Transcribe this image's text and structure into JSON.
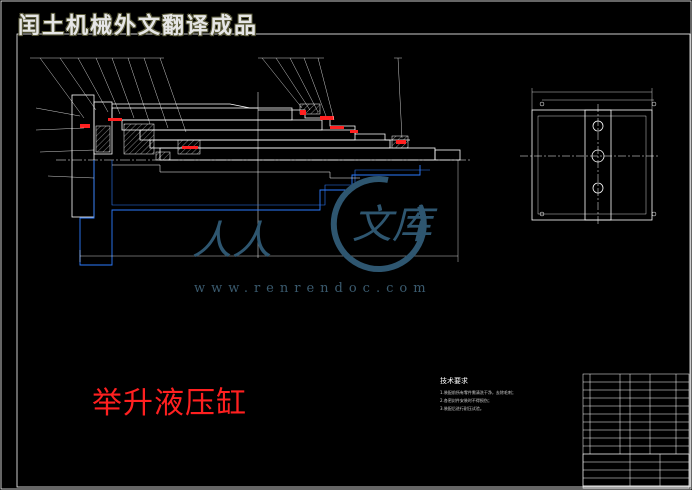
{
  "overlay_title": "闰土机械外文翻译成品",
  "drawing_title": "举升液压缸",
  "notes": {
    "title": "技术要求",
    "lines": [
      "1.装配前所有零件需清洗干净，去除毛刺；",
      "2.各密封件安装时不得损伤；",
      "3.装配后进行耐压试验。"
    ]
  },
  "watermark": {
    "logo_text_left": "人人",
    "logo_text_right": "文库",
    "url": "www.renrendoc.com"
  },
  "colors": {
    "frame": "#ffffff",
    "outline": "#2d7cff",
    "part": "#ffffff",
    "seal": "#ff2020",
    "hatch": "#ff3030",
    "centerline": "#ffffff",
    "watermark": "#2e5670"
  }
}
